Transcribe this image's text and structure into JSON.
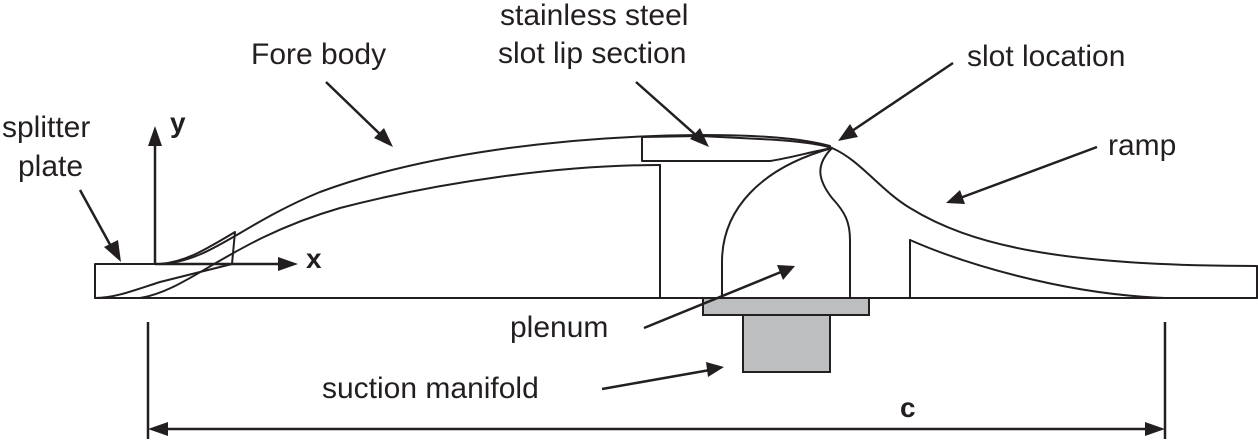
{
  "labels": {
    "splitter_plate_line1": "splitter",
    "splitter_plate_line2": "plate",
    "y_axis": "y",
    "x_axis": "x",
    "fore_body": "Fore body",
    "slot_lip_line1": "stainless steel",
    "slot_lip_line2": "slot lip section",
    "slot_location": "slot location",
    "ramp": "ramp",
    "plenum": "plenum",
    "suction_manifold": "suction manifold",
    "chord": "c"
  },
  "colors": {
    "line": "#231f20",
    "manifold_fill": "#bcbec0",
    "background": "#ffffff"
  }
}
